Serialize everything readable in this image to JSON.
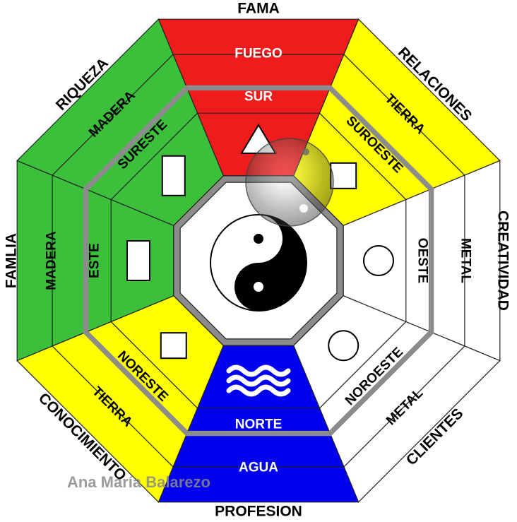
{
  "outer_labels": {
    "top": "FAMA",
    "top_right": "RELACIONES",
    "right": "CREATIVIDAD",
    "bottom_right": "CLIENTES",
    "bottom": "PROFESION",
    "bottom_left": "CONOCIMIENTO",
    "left": "FAMLIA",
    "top_left": "RIQUEZA"
  },
  "ring_labels": {
    "top": "FUEGO",
    "top_right": "TIERRA",
    "right": "METAL",
    "bottom_right": "METAL",
    "bottom": "AGUA",
    "bottom_left": "TIERRA",
    "left": "MADERA",
    "top_left": "MADERA"
  },
  "direction_labels": {
    "top": "SUR",
    "top_right": "SUROESTE",
    "right": "OESTE",
    "bottom_right": "NOROESTE",
    "bottom": "NORTE",
    "bottom_left": "NORESTE",
    "left": "ESTE",
    "top_left": "SURESTE"
  },
  "sector_colors": {
    "top": "#ee1c1c",
    "top_right": "#ffff00",
    "right": "#ffffff",
    "bottom_right": "#ffffff",
    "bottom": "#0000ee",
    "bottom_left": "#ffff00",
    "left": "#3cc03c",
    "top_left": "#3cc03c"
  },
  "symbols": {
    "top": "triangle-icon",
    "top_right": "square-icon",
    "right": "circle-icon",
    "bottom_right": "circle-icon",
    "bottom": "water-waves-icon",
    "bottom_left": "square-icon",
    "left": "rectangle-icon",
    "top_left": "rectangle-icon",
    "center": "yin-yang-icon"
  },
  "watermark": "Ana María Balarezo"
}
